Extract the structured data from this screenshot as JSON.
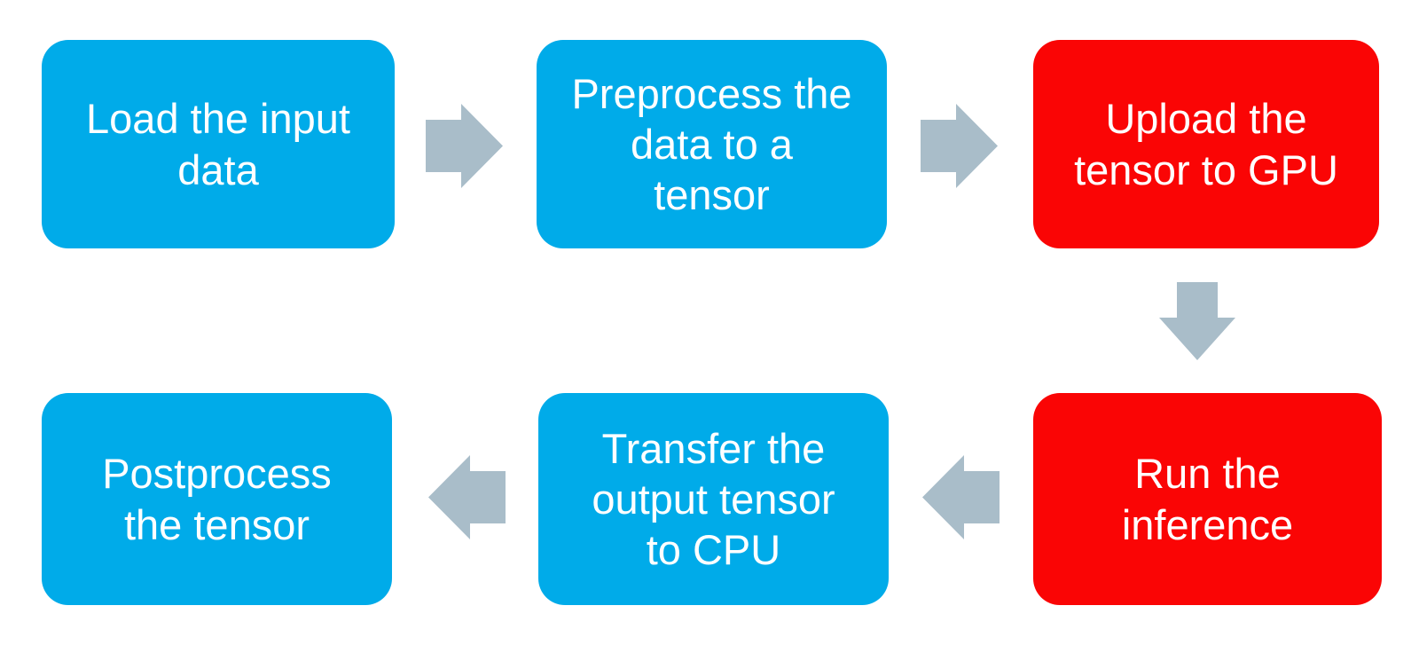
{
  "colors": {
    "cpu_step_blue": "#00ABE9",
    "gpu_step_red": "#FA0505",
    "arrow_gray": "#A9BDC9",
    "text_white": "#FFFFFF",
    "background": "#FFFFFF"
  },
  "steps": [
    {
      "label": "Load the input\ndata",
      "type": "cpu"
    },
    {
      "label": "Preprocess the\ndata to a\ntensor",
      "type": "cpu"
    },
    {
      "label": "Upload the\ntensor to GPU",
      "type": "gpu"
    },
    {
      "label": "Run the\ninference",
      "type": "gpu"
    },
    {
      "label": "Transfer the\noutput tensor\nto CPU",
      "type": "cpu"
    },
    {
      "label": "Postprocess\nthe tensor",
      "type": "cpu"
    }
  ],
  "arrows": [
    {
      "direction": "right",
      "from": "Load the input data",
      "to": "Preprocess the data to a tensor"
    },
    {
      "direction": "right",
      "from": "Preprocess the data to a tensor",
      "to": "Upload the tensor to GPU"
    },
    {
      "direction": "down",
      "from": "Upload the tensor to GPU",
      "to": "Run the inference"
    },
    {
      "direction": "left",
      "from": "Run the inference",
      "to": "Transfer the output tensor to CPU"
    },
    {
      "direction": "left",
      "from": "Transfer the output tensor to CPU",
      "to": "Postprocess the tensor"
    }
  ]
}
